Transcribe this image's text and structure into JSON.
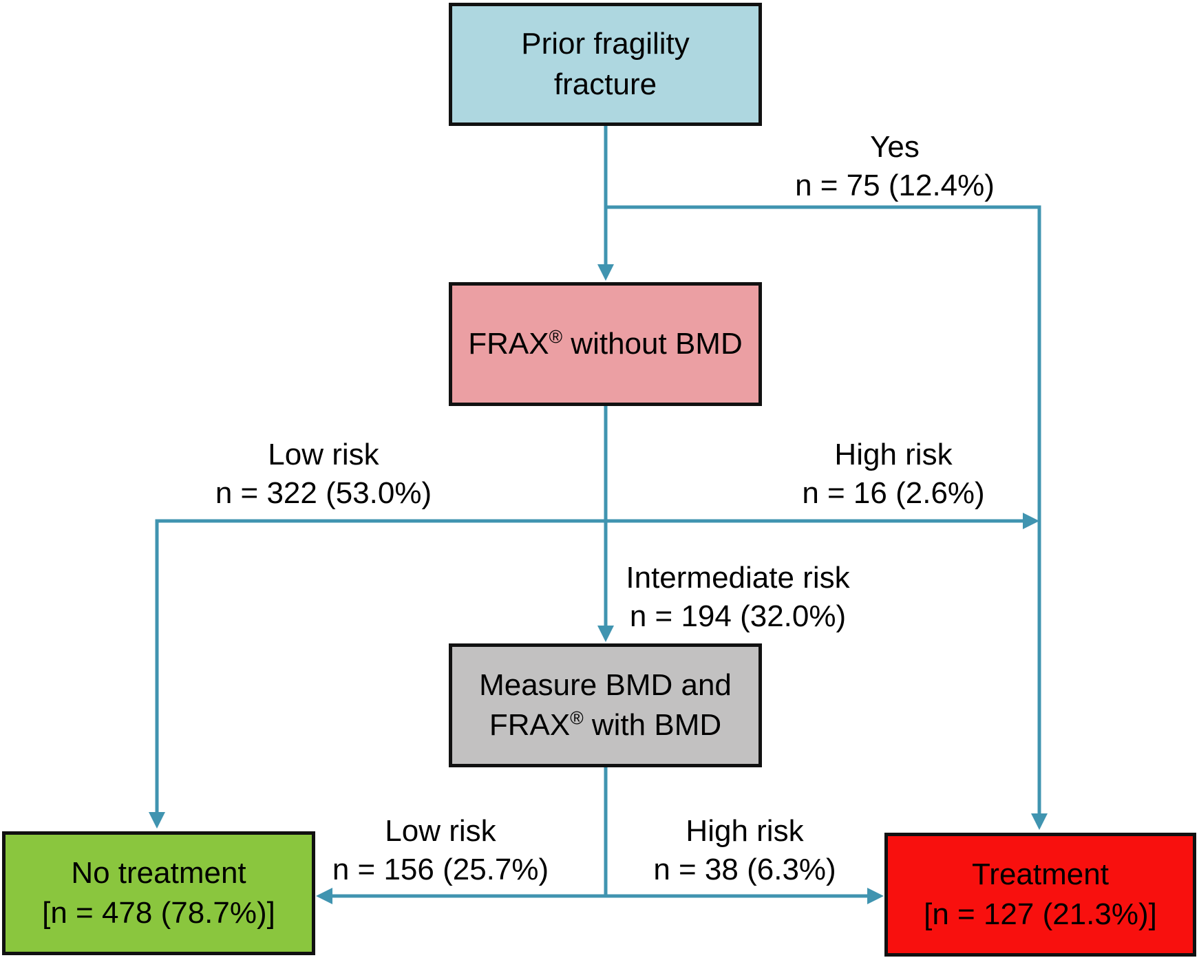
{
  "colors": {
    "arrow": "#4094b0",
    "box_border": "#111111",
    "prior_fracture_box": "#aed7e0",
    "frax_without_bmd_box": "#eb9fa3",
    "measure_bmd_box": "#c2c1c1",
    "no_treatment_box": "#8ac63e",
    "treatment_box": "#f8100e",
    "text": "#000000"
  },
  "boxes": {
    "prior_fracture": {
      "line1": "Prior fragility",
      "line2": "fracture"
    },
    "frax_without_bmd": {
      "name": "FRAX",
      "registered_mark": "®",
      "suffix": " without BMD"
    },
    "measure_bmd": {
      "line1": "Measure BMD and",
      "name": "FRAX",
      "registered_mark": "®",
      "suffix": " with BMD"
    },
    "no_treatment": {
      "line1": "No treatment",
      "line2": "[n = 478 (78.7%)]"
    },
    "treatment": {
      "line1": "Treatment",
      "line2": "[n = 127 (21.3%)]"
    }
  },
  "branch_labels": {
    "yes": {
      "line1": "Yes",
      "line2": "n = 75 (12.4%)"
    },
    "low_risk_frax": {
      "line1": "Low risk",
      "line2": "n = 322 (53.0%)"
    },
    "high_risk_frax": {
      "line1": "High risk",
      "line2": "n = 16 (2.6%)"
    },
    "intermediate_risk": {
      "line1": "Intermediate risk",
      "line2": "n = 194 (32.0%)"
    },
    "low_risk_bmd": {
      "line1": "Low risk",
      "line2": "n = 156 (25.7%)"
    },
    "high_risk_bmd": {
      "line1": "High risk",
      "line2": "n = 38 (6.3%)"
    }
  }
}
